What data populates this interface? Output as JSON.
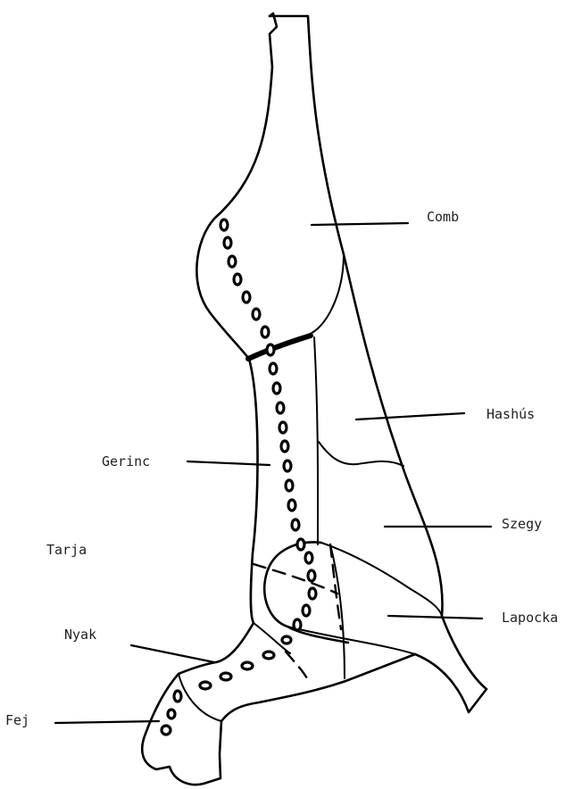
{
  "labels": {
    "comb": "Comb",
    "hashus": "Hashús",
    "gerinc": "Gerinc",
    "szegy": "Szegy",
    "tarja": "Tarja",
    "lapocka": "Lapocka",
    "nyak": "Nyak",
    "fej": "Fej"
  }
}
